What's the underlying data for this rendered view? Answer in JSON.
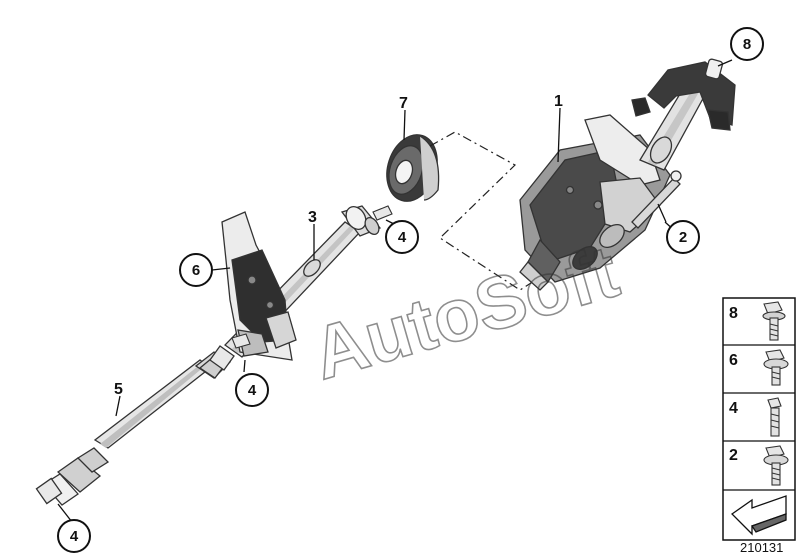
{
  "callouts": {
    "c1": "1",
    "c2": "2",
    "c3": "3",
    "c4a": "4",
    "c4b": "4",
    "c4c": "4",
    "c5": "5",
    "c6": "6",
    "c7": "7",
    "c8": "8"
  },
  "legend": {
    "rows": [
      "8",
      "6",
      "4",
      "2"
    ]
  },
  "watermark": "AutoSoft",
  "diagram_id": "210131",
  "icons": {
    "legend_8": "flange-bolt-icon",
    "legend_6": "collar-bolt-icon",
    "legend_4": "hex-bolt-icon",
    "legend_2": "collar-bolt-icon",
    "arrow": "direction-arrow-icon"
  }
}
